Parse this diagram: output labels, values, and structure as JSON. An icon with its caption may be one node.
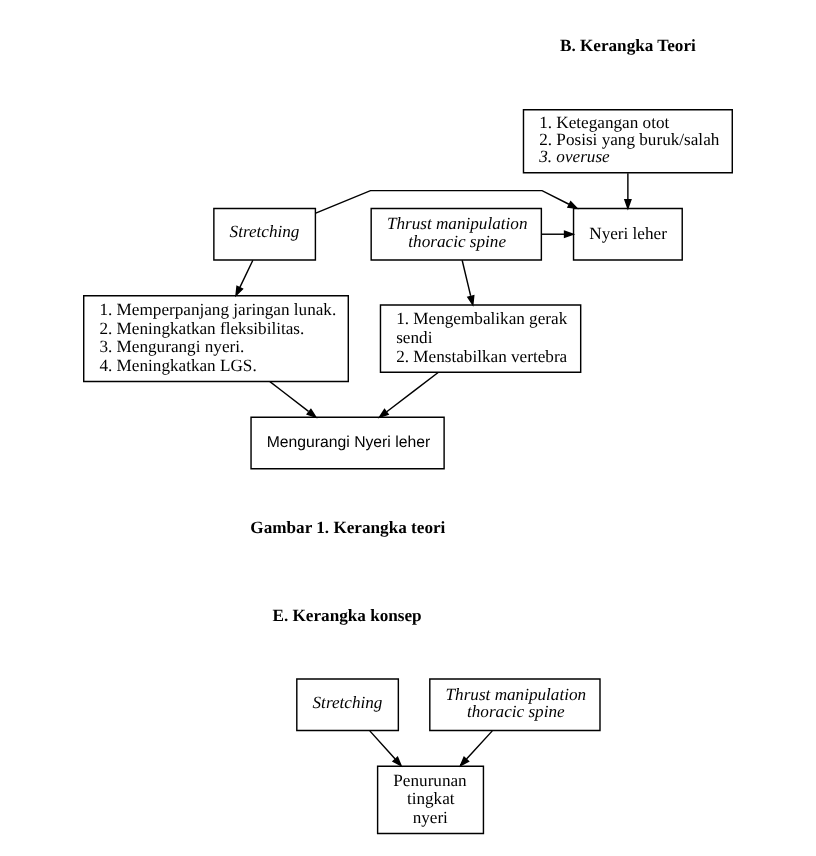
{
  "diagram": {
    "nodes": [
      {
        "text": [
          "1. Ketegangan otot",
          "2. Posisi yang buruk/salah",
          "3. overuse"
        ]
      },
      {
        "text": [
          "Nyeri leher"
        ]
      },
      {
        "text": [
          "Stretching"
        ]
      },
      {
        "text": [
          "Thrust manipulation thoracic spine"
        ]
      },
      {
        "text": [
          "1. Memperpanjang jaringan lunak.",
          "2. Meningkatkan fleksibilitas.",
          "3. Mengurangi nyeri.",
          "4. Meningkatkan LGS."
        ]
      },
      {
        "text": [
          "1. Mengembalikan gerak sendi",
          "2. Menstabilkan vertebra"
        ]
      },
      {
        "text": [
          "Mengurangi Nyeri leher"
        ]
      },
      {
        "text": [
          "Stretching"
        ]
      },
      {
        "text": [
          "Thrust manipulation thoracic spine"
        ]
      },
      {
        "text": [
          "Penurunan tingkat nyeri"
        ]
      }
    ],
    "edges": [
      {
        "from": 0,
        "to": 1,
        "arrow": "to"
      },
      {
        "from": 2,
        "to": 1,
        "arrow": "to"
      },
      {
        "from": 3,
        "to": 1,
        "arrow": "to"
      },
      {
        "from": 2,
        "to": 4,
        "arrow": "to"
      },
      {
        "from": 3,
        "to": 5,
        "arrow": "to"
      },
      {
        "from": 4,
        "to": 6,
        "arrow": "to"
      },
      {
        "from": 5,
        "to": 6,
        "arrow": "to"
      },
      {
        "from": 7,
        "to": 9,
        "arrow": "to"
      },
      {
        "from": 8,
        "to": 9,
        "arrow": "to"
      }
    ],
    "labels": [
      "B. Kerangka Teori",
      "Gambar 1. Kerangka teori",
      "E. Kerangka konsep"
    ]
  }
}
